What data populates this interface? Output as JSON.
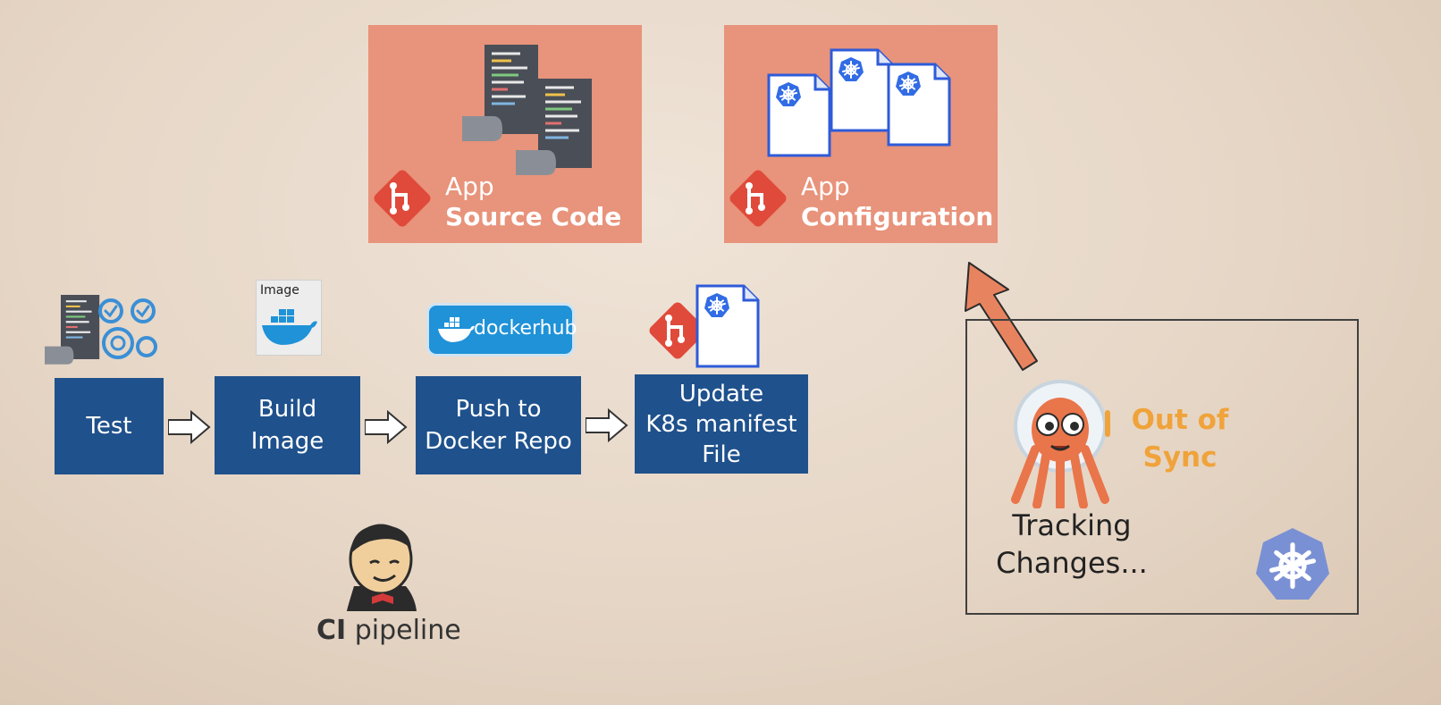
{
  "repos": {
    "source_code": {
      "line1": "App",
      "line2": "Source Code"
    },
    "configuration": {
      "line1": "App",
      "line2": "Configuration"
    }
  },
  "pipeline": {
    "steps": [
      {
        "label": "Test"
      },
      {
        "label": "Build\nImage"
      },
      {
        "label": "Push to\nDocker Repo"
      },
      {
        "label": "Update\nK8s manifest\nFile"
      }
    ],
    "image_label": "Image",
    "dockerhub_label": "dockerhub",
    "ci_bold": "CI",
    "ci_rest": " pipeline"
  },
  "argocd": {
    "status": "Out of\nSync",
    "tracking": "Tracking\nChanges..."
  },
  "colors": {
    "repo_card": "#e8937b",
    "step_box": "#1f518c",
    "git": "#e04a3a",
    "k8s": "#326ce5",
    "status": "#f0a33a",
    "arrow": "#e8835f"
  },
  "icons": [
    "code-documents-icon",
    "git-logo-icon",
    "kubernetes-manifest-icon",
    "gear-checks-icon",
    "docker-image-icon",
    "dockerhub-logo-icon",
    "jenkins-icon",
    "argocd-octopus-icon",
    "kubernetes-logo-icon"
  ]
}
